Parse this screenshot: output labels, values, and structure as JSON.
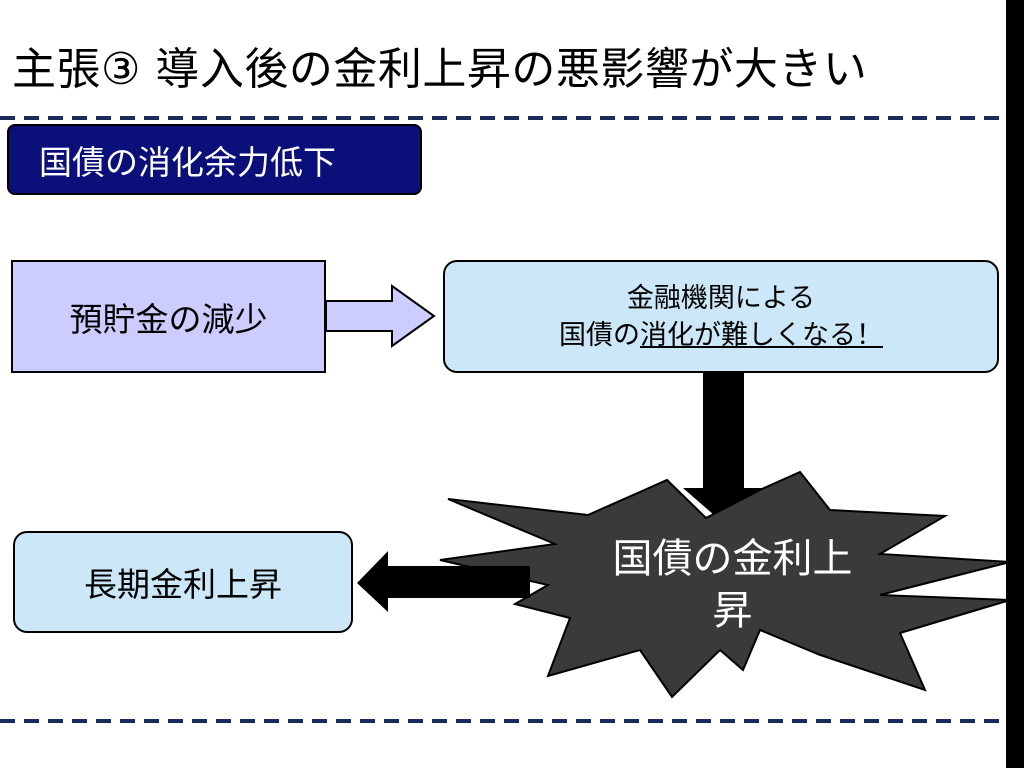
{
  "title": "主張③ 導入後の金利上昇の悪影響が大きい",
  "heading": "国債の消化余力低下",
  "savings_box": "預貯金の減少",
  "banks_box": {
    "line1": "金融機関による",
    "line2_prefix": "国債の",
    "line2_underlined": "消化が難しくなる！"
  },
  "burst": {
    "line1": "国債の金利上",
    "line2": "昇"
  },
  "longterm_box": "長期金利上昇",
  "colors": {
    "heading_bg": "#0a0f7a",
    "savings_bg": "#ccccff",
    "box_bg": "#cce8f8",
    "burst_fill": "#3a3a3a",
    "divider": "#1a2a5c"
  }
}
